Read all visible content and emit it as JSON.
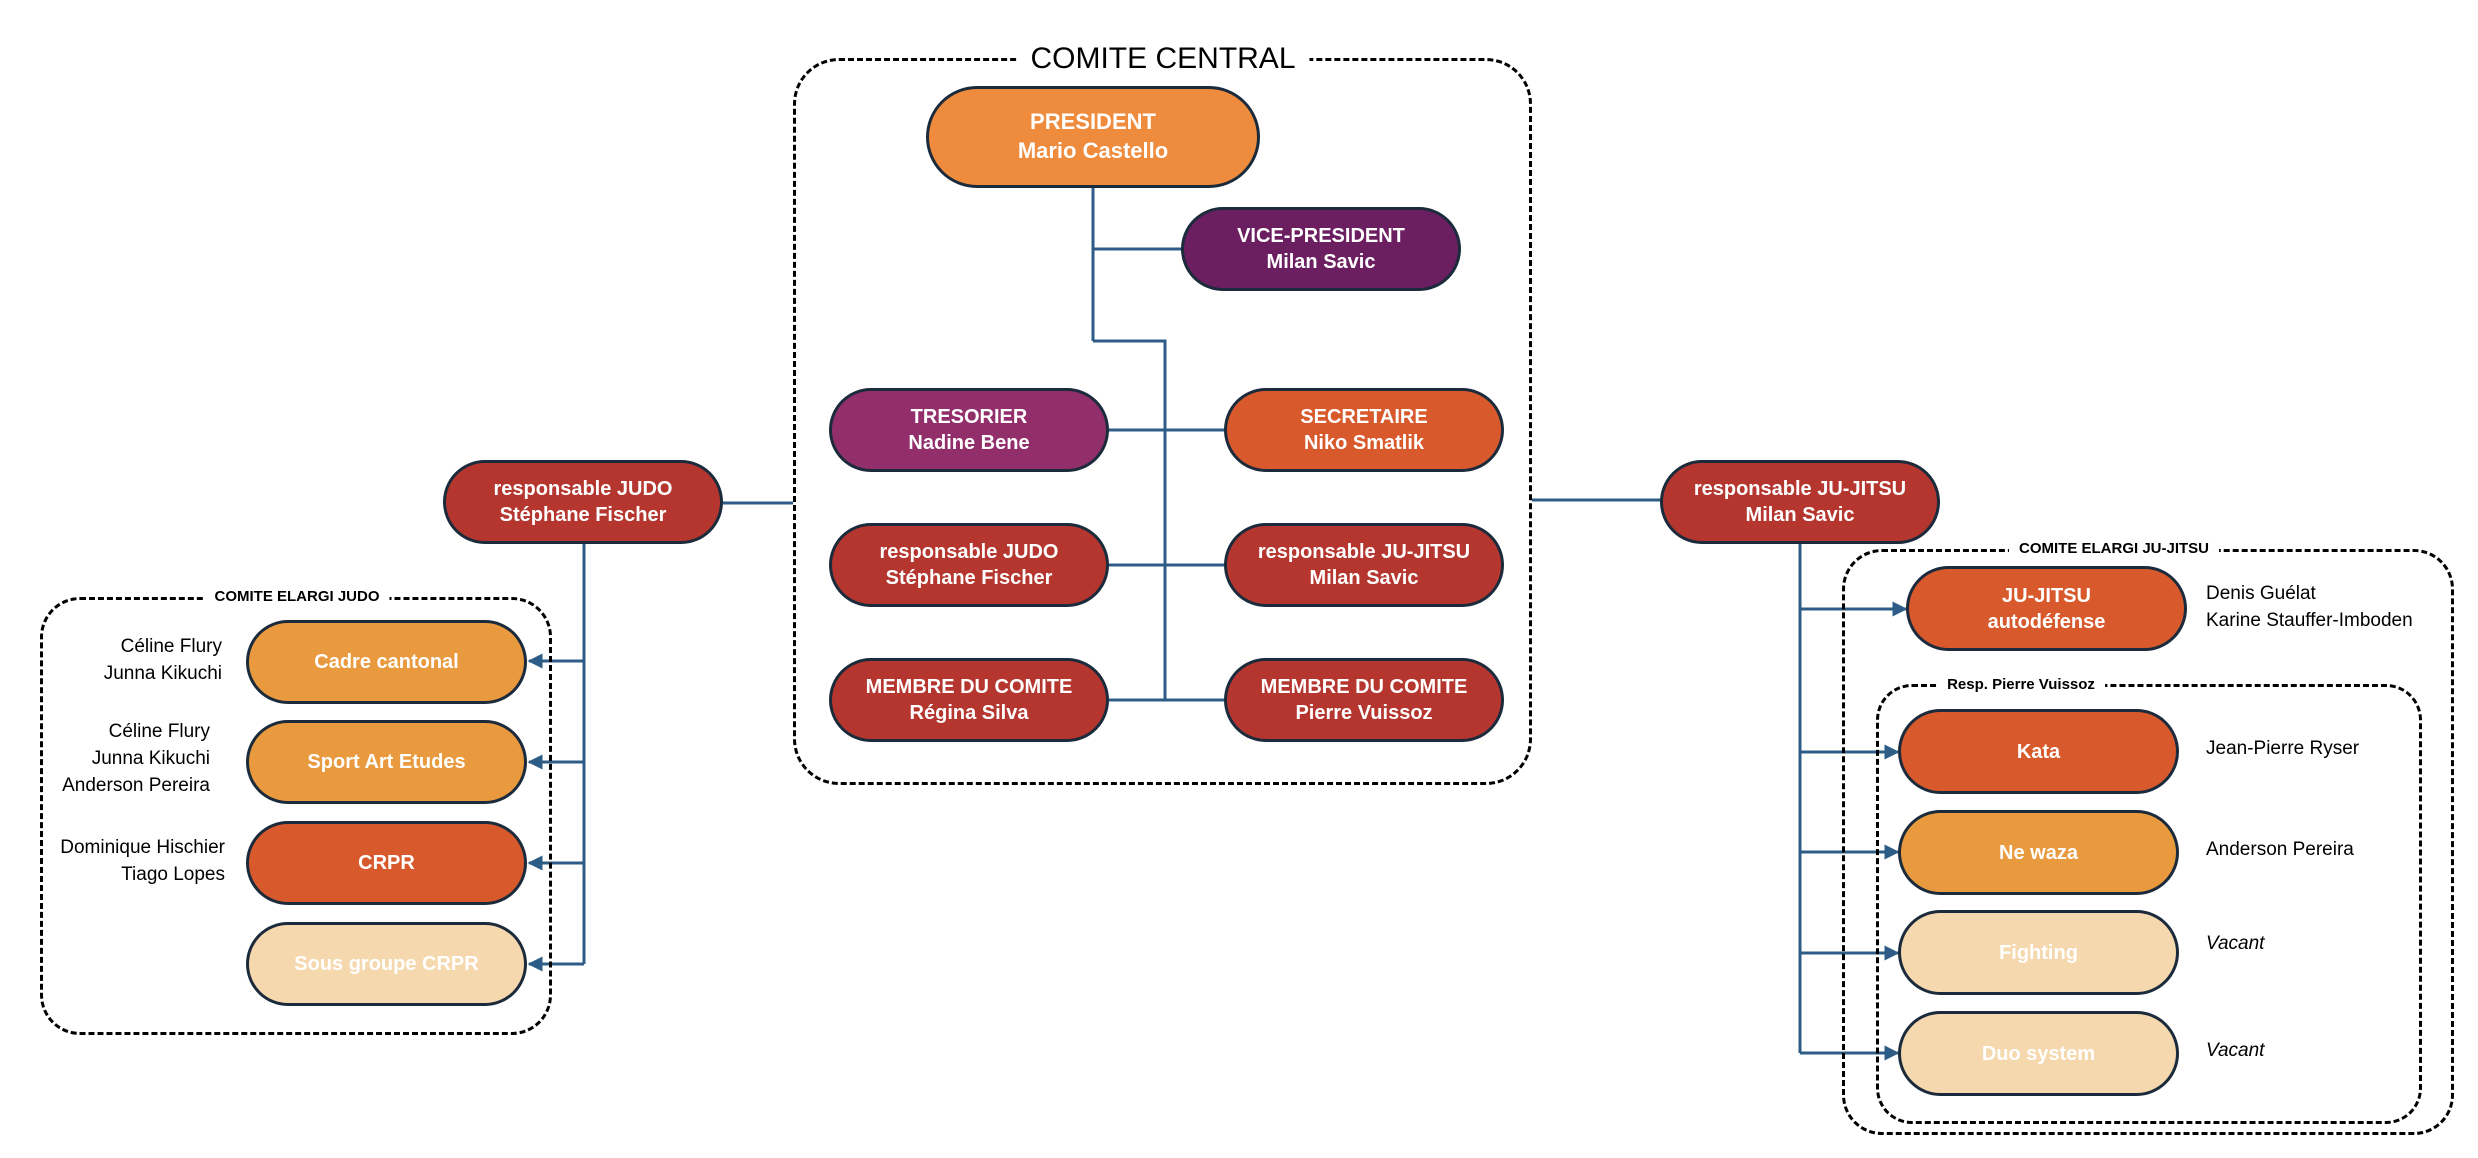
{
  "colors": {
    "orange": "#ef8b3c",
    "purple_dark": "#6b1f61",
    "purple_mid": "#922f6b",
    "orange_red": "#d85a2c",
    "red": "#b5362f",
    "light_orange": "#ea9a3e",
    "pale": "#f6d8ae",
    "line": "#2d5c86"
  },
  "central": {
    "title": "COMITE CENTRAL",
    "president": {
      "role": "PRESIDENT",
      "name": "Mario Castello"
    },
    "vice_president": {
      "role": "VICE-PRESIDENT",
      "name": "Milan Savic"
    },
    "tresorier": {
      "role": "TRESORIER",
      "name": "Nadine Bene"
    },
    "secretaire": {
      "role": "SECRETAIRE",
      "name": "Niko Smatlik"
    },
    "resp_judo": {
      "role": "responsable JUDO",
      "name": "Stéphane Fischer"
    },
    "resp_jujitsu": {
      "role": "responsable JU-JITSU",
      "name": "Milan Savic"
    },
    "membre1": {
      "role": "MEMBRE DU COMITE",
      "name": "Régina Silva"
    },
    "membre2": {
      "role": "MEMBRE DU COMITE",
      "name": "Pierre Vuissoz"
    }
  },
  "judo": {
    "head": {
      "role": "responsable JUDO",
      "name": "Stéphane Fischer"
    },
    "title": "COMITE ELARGI JUDO",
    "items": [
      {
        "label": "Cadre cantonal",
        "people": [
          "Céline Flury",
          "Junna Kikuchi"
        ]
      },
      {
        "label": "Sport Art Etudes",
        "people": [
          "Céline Flury",
          "Junna Kikuchi",
          "Anderson Pereira"
        ]
      },
      {
        "label": "CRPR",
        "people": [
          "Dominique Hischier",
          "Tiago Lopes"
        ]
      },
      {
        "label": "Sous groupe CRPR",
        "people": []
      }
    ]
  },
  "jujitsu": {
    "head": {
      "role": "responsable JU-JITSU",
      "name": "Milan Savic"
    },
    "title": "COMITE ELARGI JU-JITSU",
    "autodefense": {
      "label1": "JU-JITSU",
      "label2": "autodéfense",
      "people": [
        "Denis Guélat",
        "Karine Stauffer-Imboden"
      ]
    },
    "sub_title": "Resp. Pierre Vuissoz",
    "items": [
      {
        "label": "Kata",
        "people": "Jean-Pierre Ryser"
      },
      {
        "label": "Ne waza",
        "people": "Anderson Pereira"
      },
      {
        "label": "Fighting",
        "people": "Vacant"
      },
      {
        "label": "Duo system",
        "people": "Vacant"
      }
    ]
  }
}
